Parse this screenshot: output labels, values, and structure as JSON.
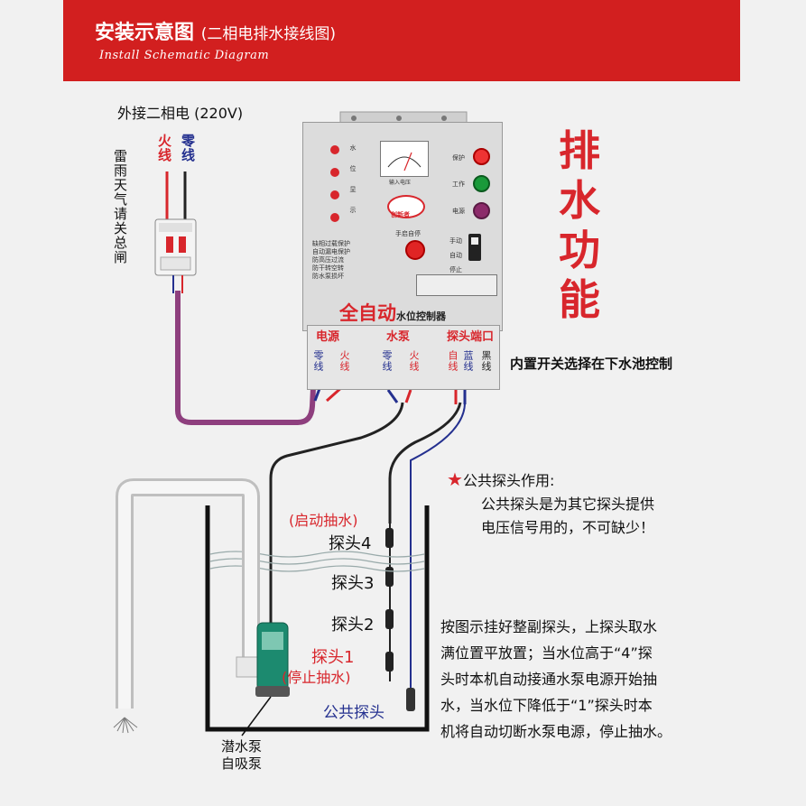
{
  "banner": {
    "title": "安装示意图",
    "subtitle": "(二相电排水接线图)",
    "english": "Install Schematic Diagram"
  },
  "supply_label": "外接二相电 (220V)",
  "breaker": {
    "live_label": "火线",
    "neutral_label": "零线",
    "warning": "雷雨天气请关总闸"
  },
  "controller": {
    "level_label": "水位显示",
    "brand": "创新者",
    "manual_start": "手启自停",
    "status_labels": [
      "保护",
      "工作",
      "电源"
    ],
    "mode_labels": [
      "手动",
      "自动",
      "停止"
    ],
    "features": [
      "缺相过载保护",
      "自动漏电保护",
      "防高压过流",
      "防干转空转",
      "防水泵损坏"
    ],
    "name_big": "全自动",
    "name_small": "水位控制器",
    "meter_caption": "输入电压"
  },
  "terminals": {
    "power": {
      "title": "电源",
      "wires": [
        "零线",
        "火线"
      ]
    },
    "pump": {
      "title": "水泵",
      "wires": [
        "零线",
        "火线"
      ]
    },
    "probe": {
      "title": "探头端口",
      "wires": [
        "自线",
        "蓝线",
        "黑线"
      ]
    }
  },
  "switch_note": "内置开关选择在下水池控制",
  "function_title": "排水功能",
  "common_probe_note": {
    "star": "★",
    "title": "公共探头作用:",
    "line1": "公共探头是为其它探头提供",
    "line2": "电压信号用的，不可缺少！"
  },
  "probes": {
    "start": "(启动抽水)",
    "p4": "探头4",
    "p3": "探头3",
    "p2": "探头2",
    "p1": "探头1",
    "stop": "(停止抽水)",
    "common": "公共探头"
  },
  "instructions": [
    "按图示挂好整副探头，上探头取水",
    "满位置平放置；当水位高于“4”探",
    "头时本机自动接通水泵电源开始抽",
    "水，当水位下降低于“1”探头时本",
    "机将自动切断水泵电源，停止抽水。"
  ],
  "pump_caption": [
    "潜水泵",
    "自吸泵"
  ],
  "colors": {
    "banner": "#d21f1f",
    "accent_red": "#d8262c",
    "wire_purple": "#8e3f7e",
    "wire_black": "#222222",
    "wire_blue": "#24308f",
    "pump_green": "#1c8a6f"
  }
}
